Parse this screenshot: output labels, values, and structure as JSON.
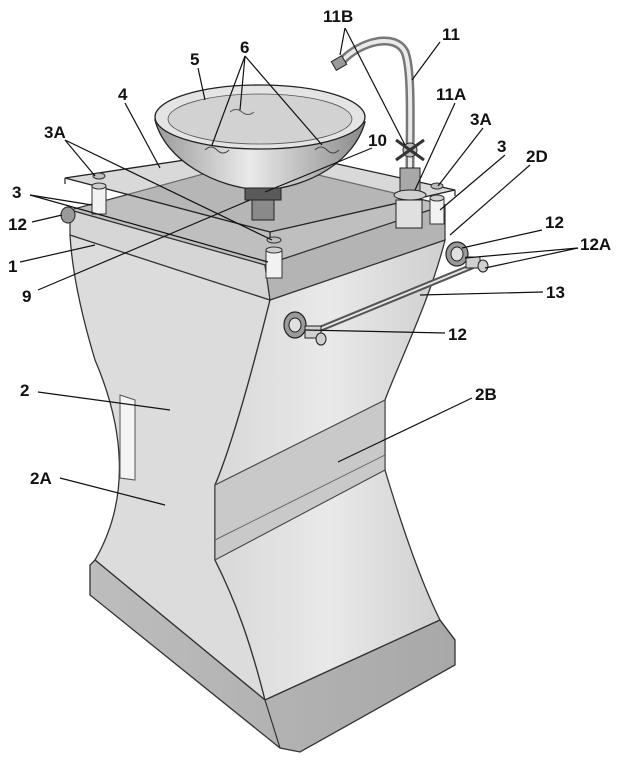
{
  "figure": {
    "labels": {
      "l_11B": "11B",
      "l_11": "11",
      "l_5": "5",
      "l_6": "6",
      "l_4": "4",
      "l_11A": "11A",
      "l_3A_left": "3A",
      "l_3A_right": "3A",
      "l_10": "10",
      "l_3_right": "3",
      "l_2D": "2D",
      "l_3_left": "3",
      "l_12_left": "12",
      "l_12_right_top": "12",
      "l_12A": "12A",
      "l_1": "1",
      "l_9": "9",
      "l_13": "13",
      "l_12_front": "12",
      "l_2": "2",
      "l_2B": "2B",
      "l_2A": "2A"
    }
  }
}
